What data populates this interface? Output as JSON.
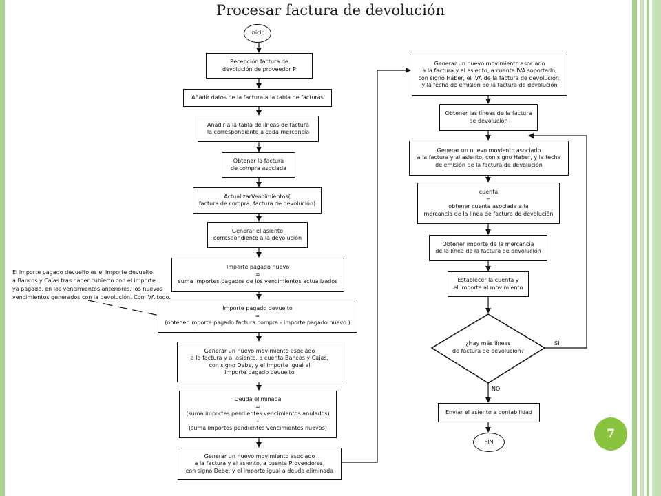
{
  "slide": {
    "title": "Procesar factura de devolución",
    "page_number": "7",
    "accent_color": "#8ac43f",
    "frame_color": "#a9d18e"
  },
  "flowchart": {
    "start": "Inicio",
    "end": "FIN",
    "left_steps": [
      [
        "Recepción factura de",
        "devolución de proveedor P"
      ],
      [
        "Añadir datos de la factura a la tabla de facturas"
      ],
      [
        "Añadir a la tabla de líneas de factura",
        "la correspondiente a cada mercancía"
      ],
      [
        "Obtener la factura",
        "de compra asociada"
      ],
      [
        "ActualizarVencimientos(",
        "factura de compra, factura de devolución)"
      ],
      [
        "Generar el asiento",
        "correspondiente a la devolución"
      ],
      [
        "Importe pagado nuevo",
        "=",
        "suma importes pagados de los vencimientos actualizados"
      ],
      [
        "Importe pagado devuelto",
        "=",
        "(obtener importe pagado factura compra - importe pagado nuevo )"
      ],
      [
        "Generar un nuevo movimiento asociado",
        "a la factura y al asiento, a cuenta Bancos y Cajas,",
        "con signo Debe, y el importe igual al",
        "importe pagado devuelto"
      ],
      [
        "Deuda eliminada",
        "=",
        "(suma importes pendientes vencimientos anulados)",
        "-",
        "(suma importes pendientes vencimientos nuevos)"
      ],
      [
        "Generar un nuevo movimiento asociado",
        "a la factura y al asiento, a cuenta Proveedores,",
        "con signo Debe, y el importe igual a deuda eliminada"
      ]
    ],
    "right_steps": [
      [
        "Generar un nuevo movimiento asociado",
        "a la factura y al asiento, a cuenta IVA soportado,",
        "con signo Haber, el IVA de la factura de devolución,",
        "y la fecha de emisión de la factura de devolución"
      ],
      [
        "Obtener las líneas de la factura",
        "de devolución"
      ],
      [
        "Generar un nuevo moviento asociado",
        "a la factura y al asiento, con signo Haber, y la fecha",
        "de emisión de la factura de devolución"
      ],
      [
        "cuenta",
        "=",
        "obtener cuenta asociada a la",
        "mercancía de la línea de factura de devolución"
      ],
      [
        "Obtener importe de la mercancía",
        "de la línea de la factura de devolución"
      ],
      [
        "Establecer la cuenta y",
        "el importe al movimiento"
      ]
    ],
    "decision": [
      "¿Hay más líneas",
      "de factura de devolución?"
    ],
    "decision_yes": "SI",
    "decision_no": "NO",
    "final_step": [
      "Enviar el asiento a contabilidad"
    ],
    "annotation": [
      "El importe pagado devuelto es el importe devuelto",
      "a Bancos y Cajas tras haber cubierto con el importe",
      "ya pagado, en los vencimientos anteriores, los nuevos",
      "vencimientos generados con la devolución. Con IVA todo."
    ]
  }
}
